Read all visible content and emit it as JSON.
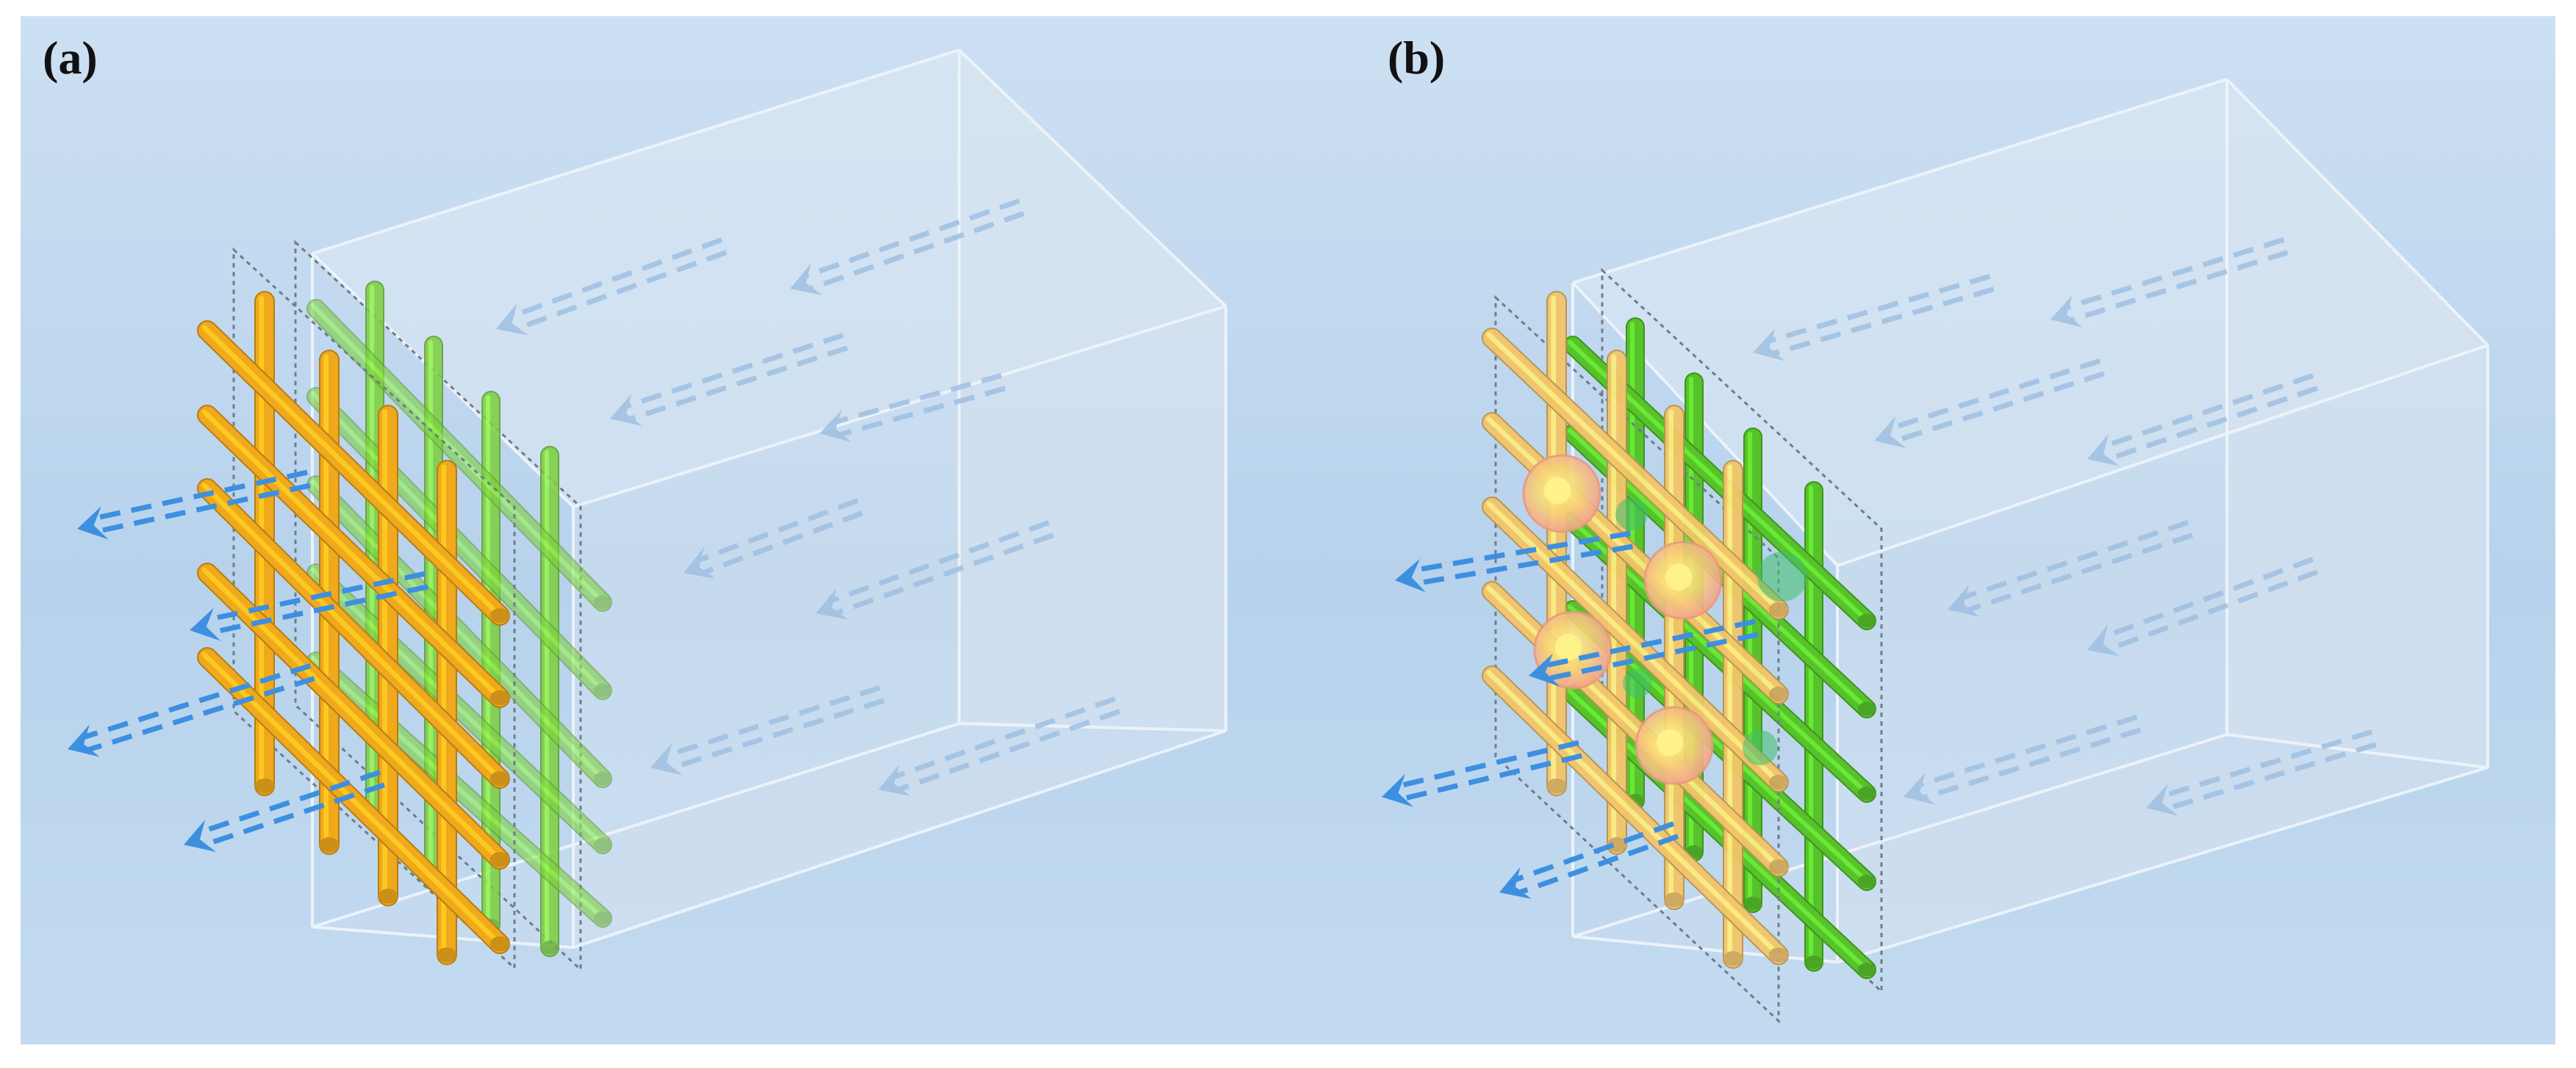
{
  "figure": {
    "panels": [
      {
        "id": "a",
        "label": "(a)",
        "scene": "mesh-plain",
        "front_mesh_color": "#f0a81c",
        "back_mesh_color": "#7ccf3e"
      },
      {
        "id": "b",
        "label": "(b)",
        "scene": "mesh-with-particles",
        "front_mesh_color": "#f3c56a",
        "back_mesh_color": "#57c22b",
        "particle_color": "#f3b08a"
      }
    ],
    "colors": {
      "background_top": "#c9ddf1",
      "background_bottom": "#a9c9e8",
      "box_edge": "#eef4fb",
      "flow_arrow_in": "#9fc0e2",
      "flow_arrow_out": "#3d8fe0",
      "plane_outline": "#6f7d89"
    },
    "icons": [
      "dashed-flow-arrow",
      "cylinder-rod",
      "particle-sphere"
    ]
  }
}
